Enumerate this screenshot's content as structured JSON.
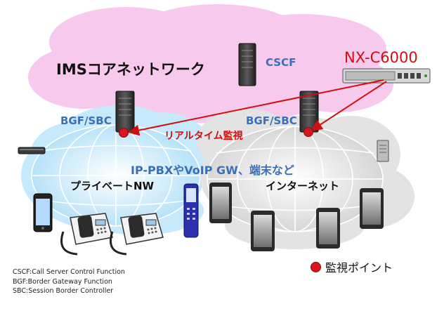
{
  "diagram": {
    "ims_label": "IMSコアネットワーク",
    "cscf_label": "CSCF",
    "nx_label": "NX-C6000",
    "bgf_left_label": "BGF/SBC",
    "bgf_right_label": "BGF/SBC",
    "realtime_label": "リアルタイム監視",
    "ippbx_label": "IP-PBXやVoIP GW、端末など",
    "private_nw_label": "プライベートNW",
    "internet_label": "インターネット"
  },
  "legend": {
    "monitor_point": "監視ポイント"
  },
  "definitions": [
    "CSCF:Call Server Control Function",
    "BGF:Border Gateway Function",
    "SBC:Session Border Controller"
  ],
  "colors": {
    "ims_cloud": "#f7c9ec",
    "private_cloud": "#c6e9fb",
    "internet_cloud": "#e3e3e3",
    "accent_red": "#d01010",
    "label_blue": "#3a6fb7"
  }
}
